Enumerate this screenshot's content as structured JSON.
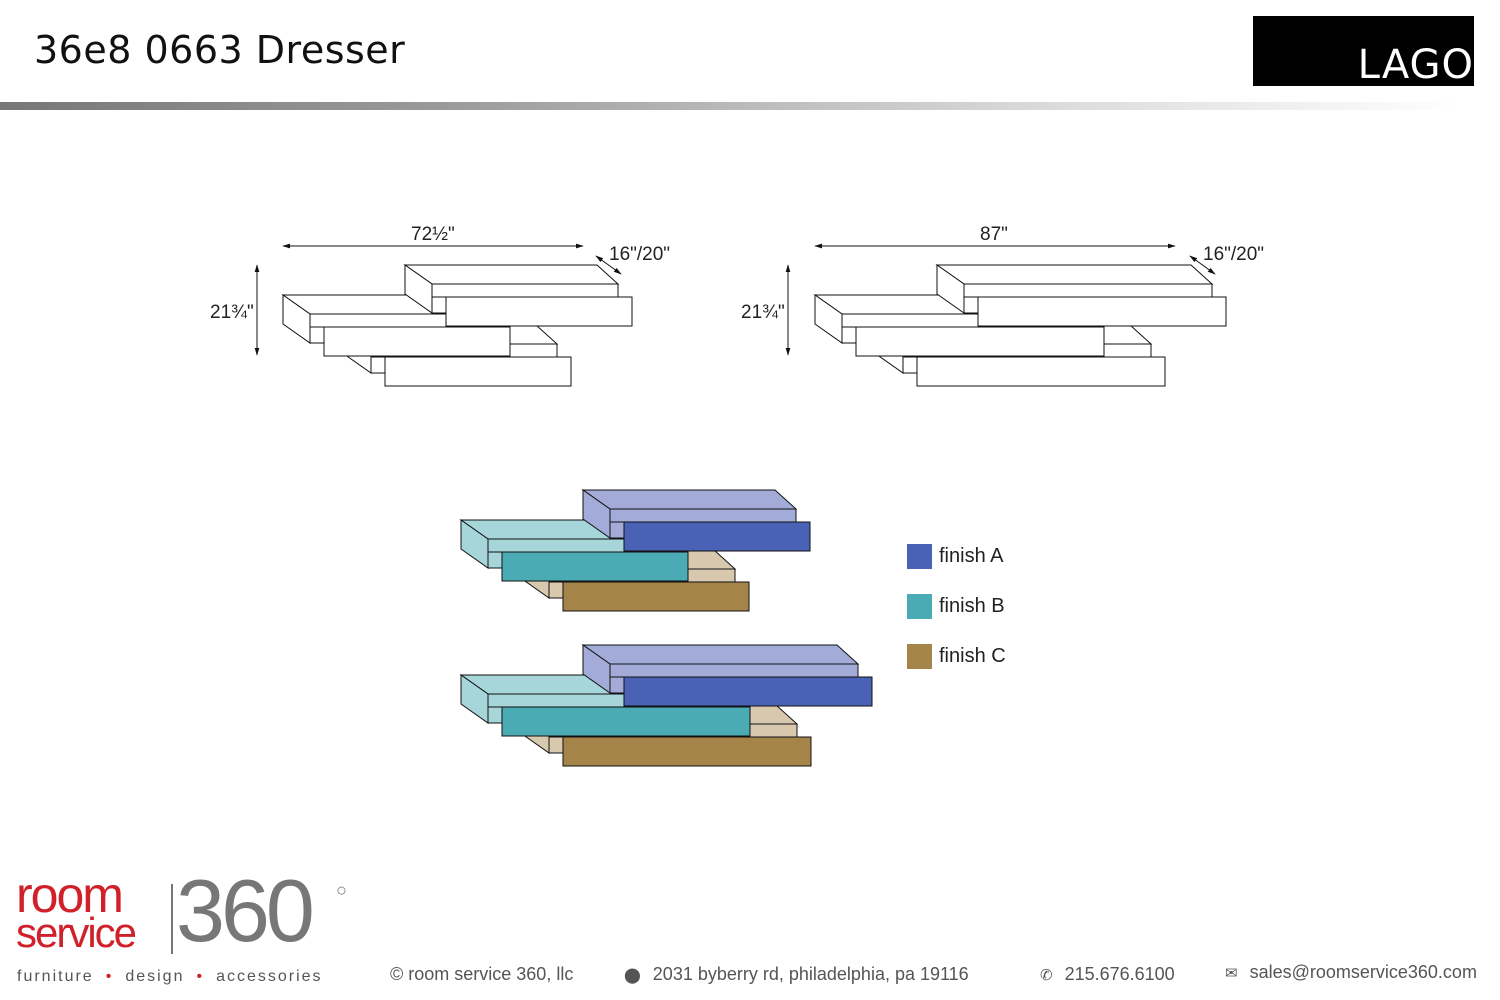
{
  "header": {
    "title": "36e8 0663 Dresser",
    "brand_logo": "LAGO"
  },
  "drawings": [
    {
      "width_label": "72½\"",
      "depth_label": "16\"/20\"",
      "height_label": "21¾\""
    },
    {
      "width_label": "87\"",
      "depth_label": "16\"/20\"",
      "height_label": "21¾\""
    }
  ],
  "legend": [
    {
      "label": "finish A",
      "color": "#4a62b5",
      "light": "#a3acd9"
    },
    {
      "label": "finish B",
      "color": "#4aabb5",
      "light": "#a6d5da"
    },
    {
      "label": "finish C",
      "color": "#a5844a",
      "light": "#d8c8ae"
    }
  ],
  "footer": {
    "logo_line1": "room",
    "logo_line2": "service",
    "logo_number": "360",
    "tagline": [
      "furniture",
      "design",
      "accessories"
    ],
    "copyright": "© room service 360, llc",
    "address": "2031 byberry rd, philadelphia, pa 19116",
    "phone": "215.676.6100",
    "email": "sales@roomservice360.com"
  }
}
